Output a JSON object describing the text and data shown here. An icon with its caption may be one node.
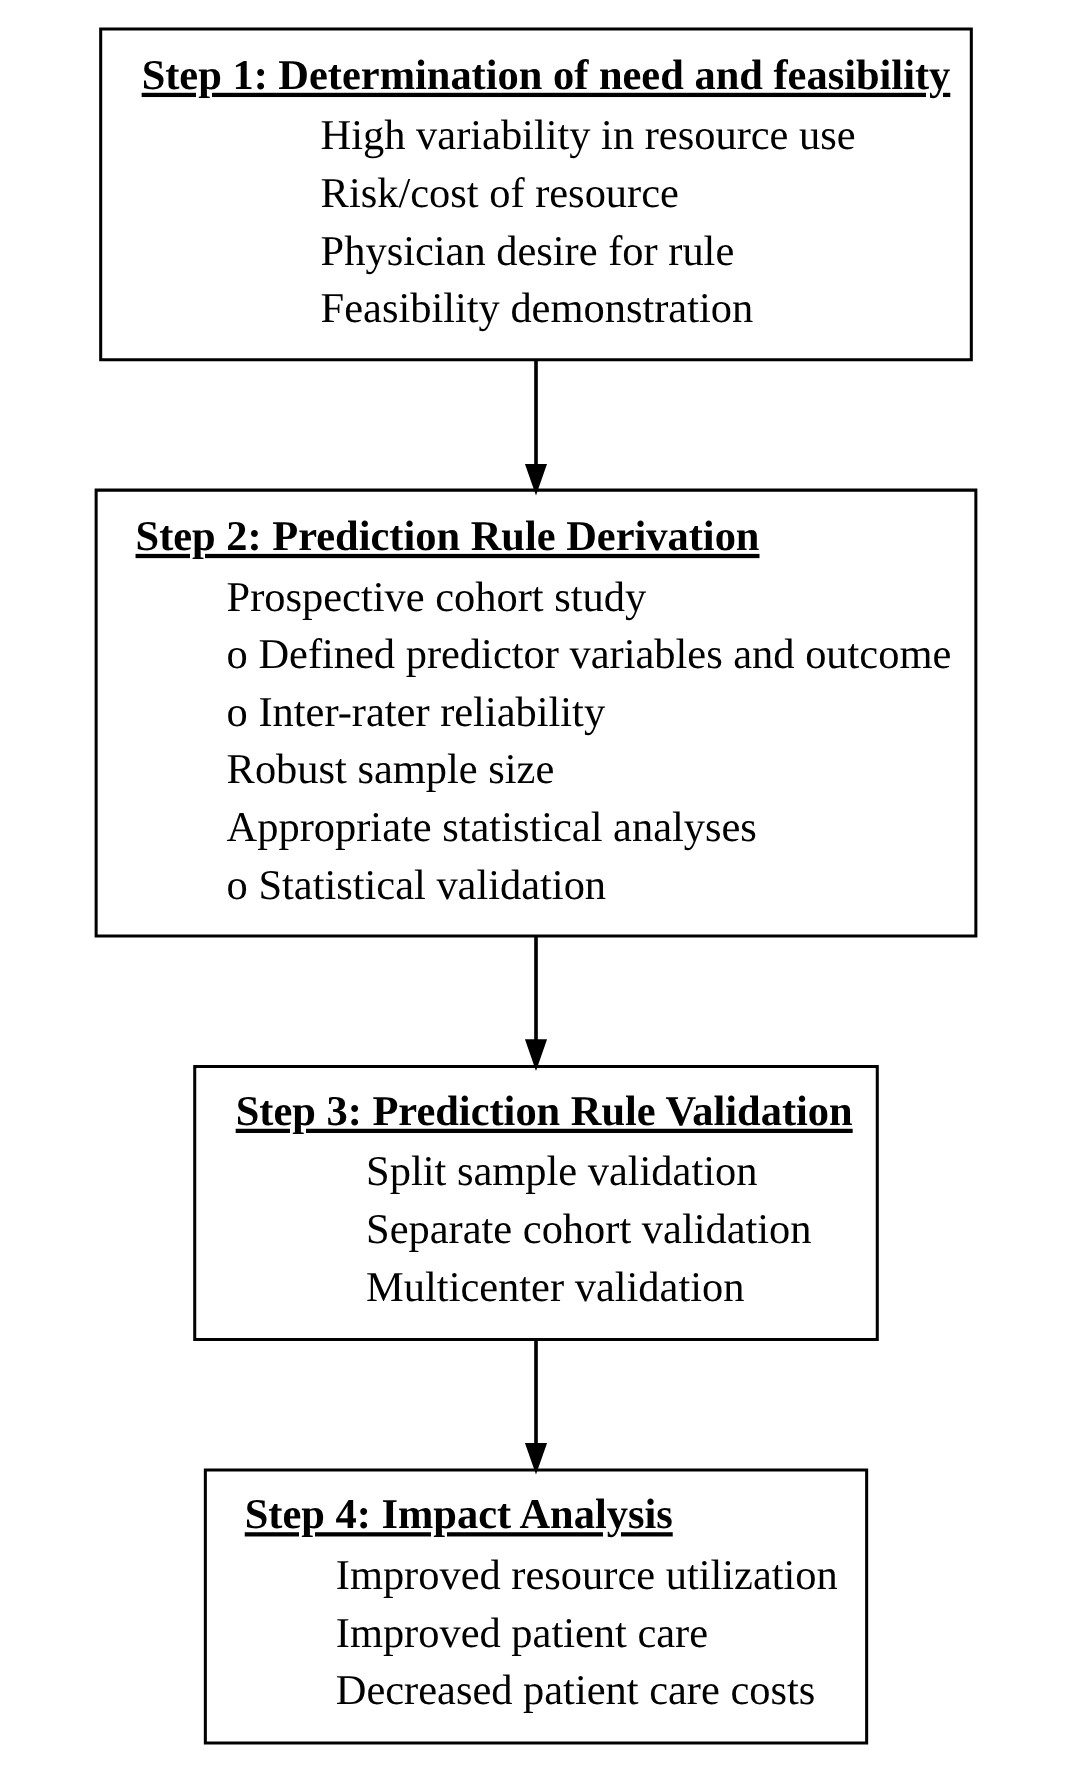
{
  "diagram": {
    "nodes": [
      {
        "text": [
          "Step 1: Determination of need and feasibility",
          "High variability in resource use",
          "Risk/cost of resource",
          "Physician desire for rule",
          "Feasibility demonstration"
        ]
      },
      {
        "text": [
          "Step 2: Prediction Rule Derivation",
          "Prospective cohort study",
          "o Defined predictor variables and outcome",
          "o Inter-rater reliability",
          "Robust sample size",
          "Appropriate statistical analyses",
          "o Statistical validation"
        ]
      },
      {
        "text": [
          "Step 3: Prediction Rule Validation",
          "Split sample validation",
          "Separate cohort validation",
          "Multicenter validation"
        ]
      },
      {
        "text": [
          "Step 4: Impact Analysis",
          "Improved resource utilization",
          "Improved patient care",
          "Decreased patient care costs"
        ]
      }
    ],
    "edges": [
      {
        "from": 0,
        "to": 1,
        "arrow": "to"
      },
      {
        "from": 1,
        "to": 2,
        "arrow": "to"
      },
      {
        "from": 2,
        "to": 3,
        "arrow": "to"
      }
    ]
  }
}
